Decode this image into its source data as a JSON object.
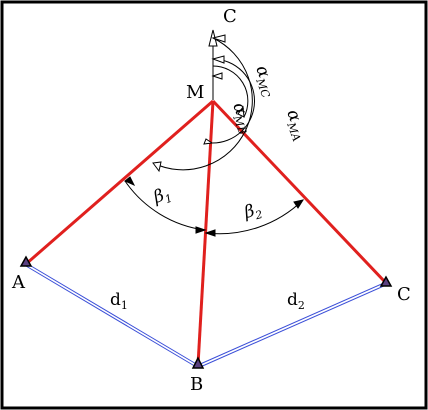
{
  "labels": {
    "north": "C",
    "station": "M",
    "point_a": "A",
    "point_b": "B",
    "point_c": "C",
    "d1_main": "d",
    "d1_sub": "1",
    "d2_main": "d",
    "d2_sub": "2",
    "beta1_main": "β",
    "beta1_sub": "1",
    "beta2_main": "β",
    "beta2_sub": "2",
    "alpha_mc_main": "α",
    "alpha_mc_sub": "MC",
    "alpha_mb_main": "α",
    "alpha_mb_sub": "MB",
    "alpha_ma_main": "α",
    "alpha_ma_sub": "MA"
  },
  "colors": {
    "sight_lines": "#e0201e",
    "base_lines": "#3b4fd8",
    "arcs": "#000000",
    "frame": "#000000"
  }
}
